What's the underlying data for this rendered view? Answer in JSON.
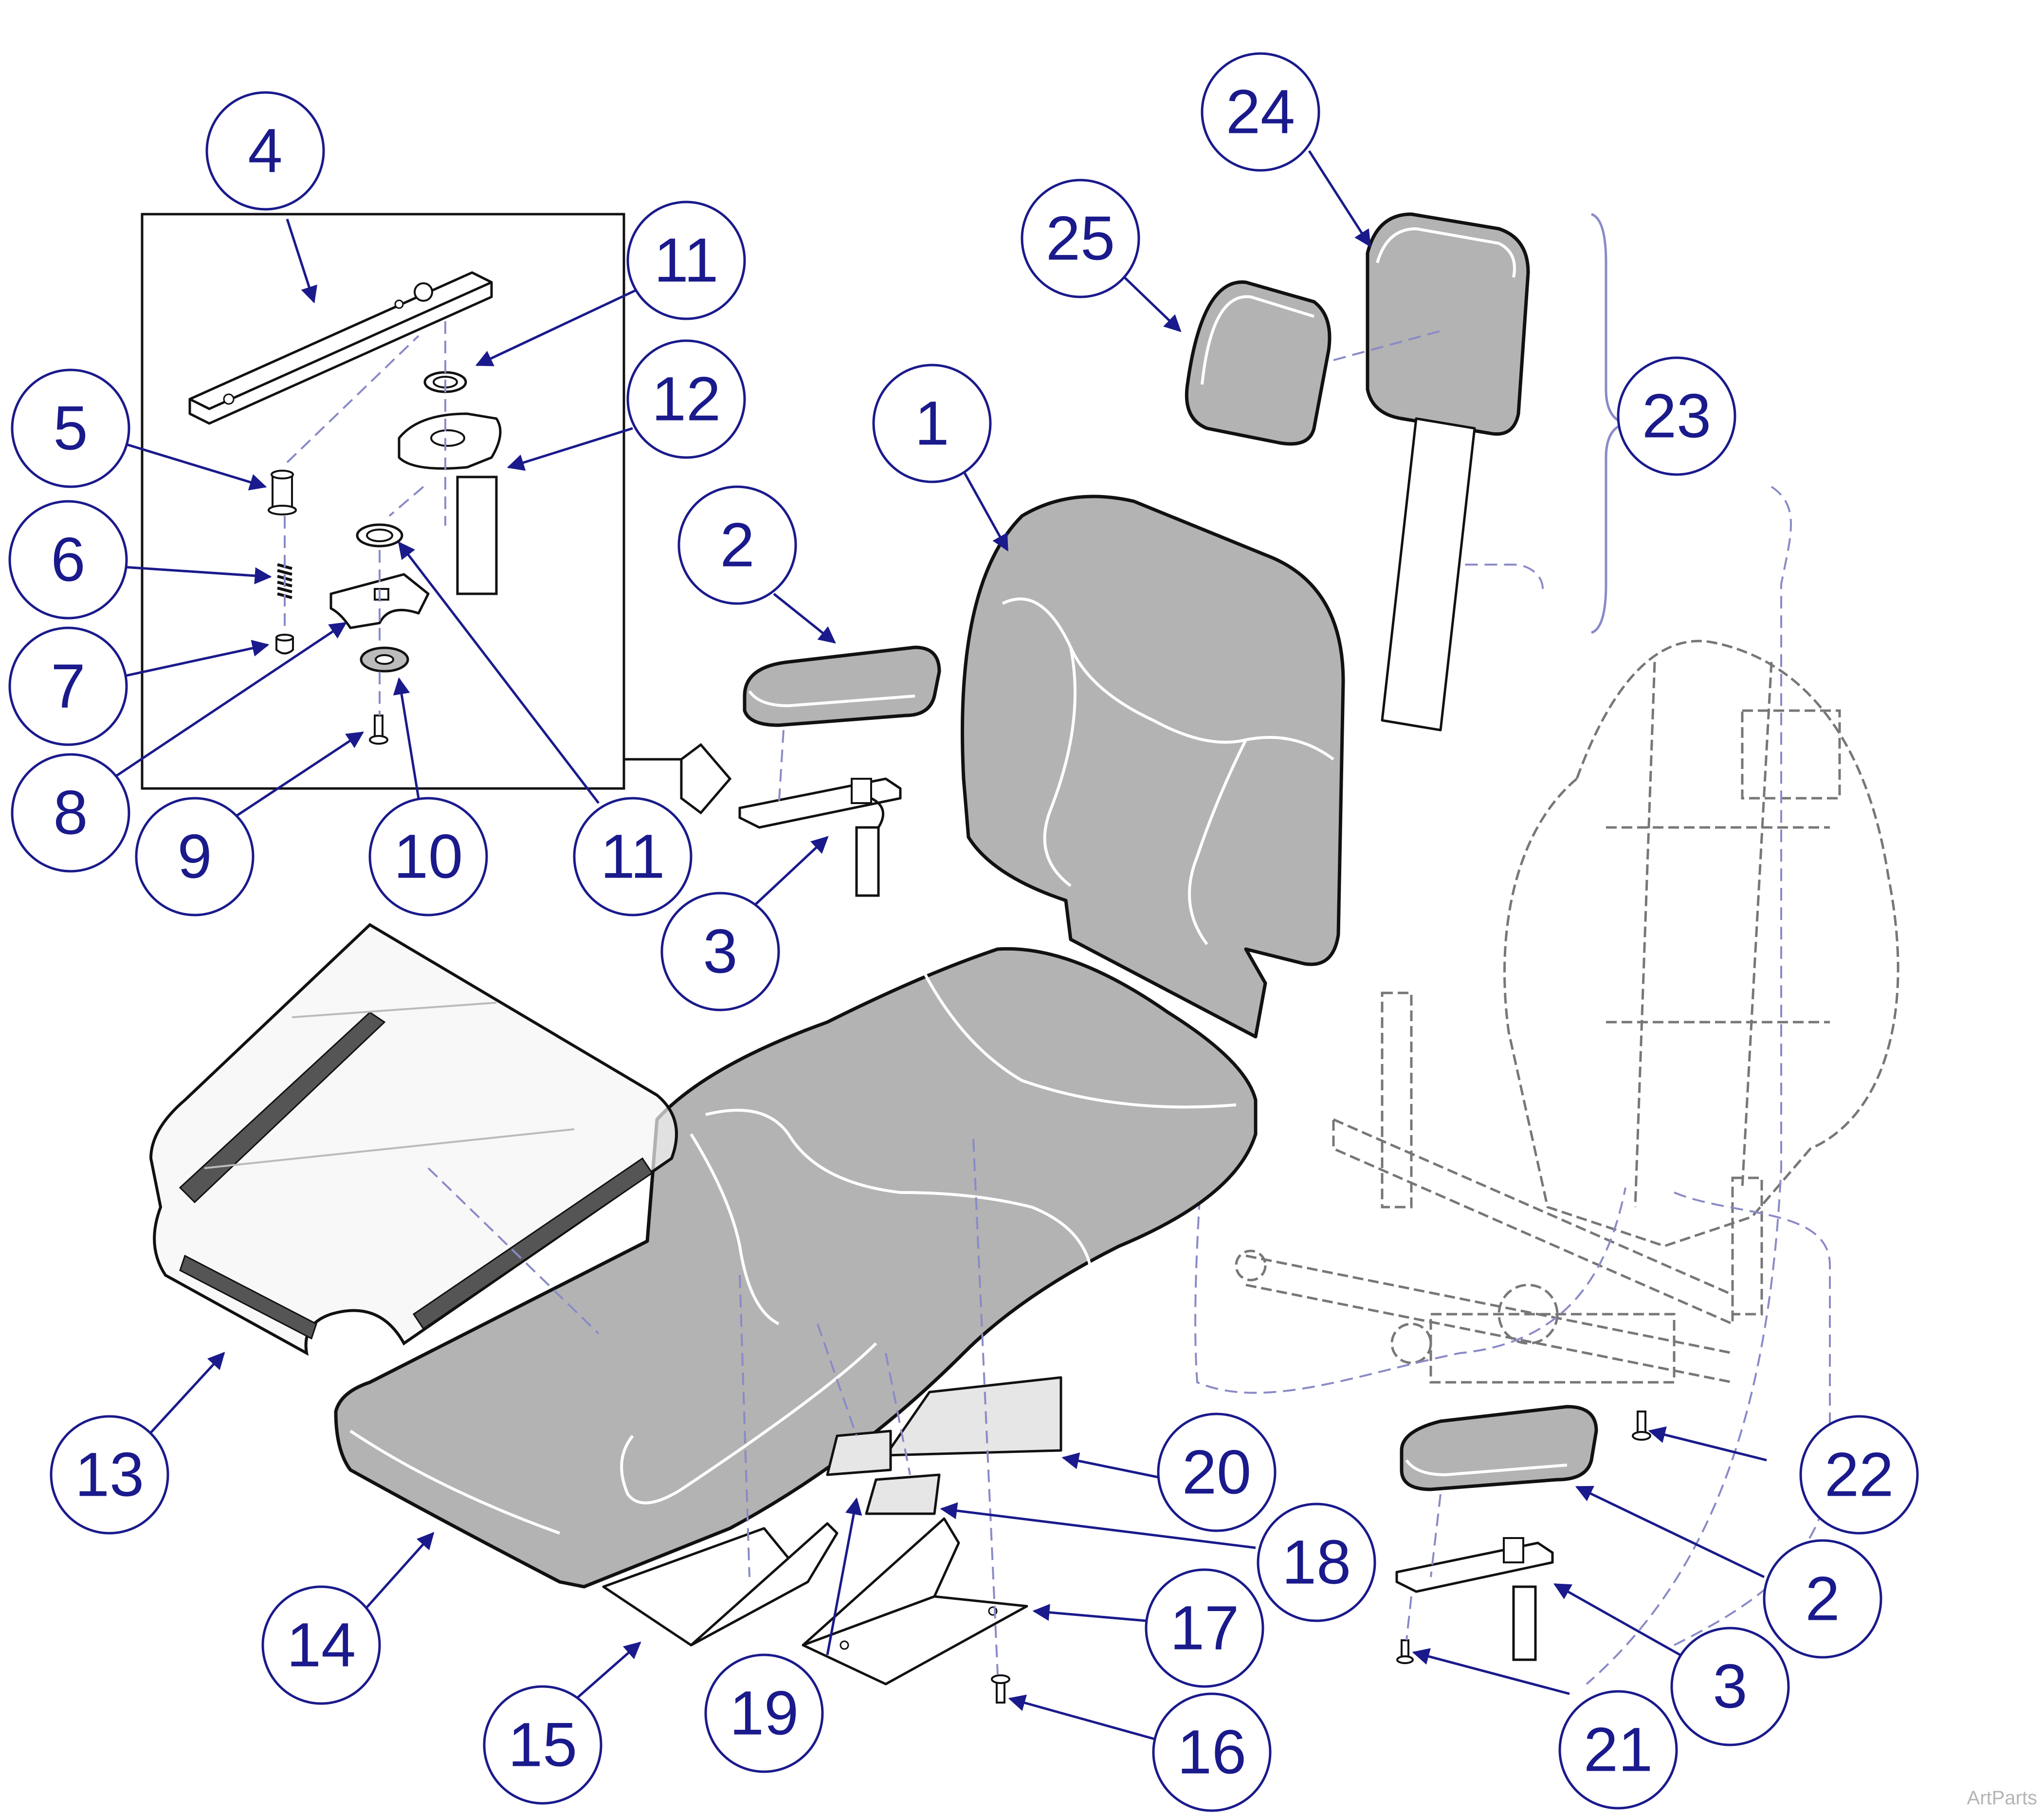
{
  "callouts": [
    {
      "id": "c1",
      "label": "1"
    },
    {
      "id": "c2a",
      "label": "2"
    },
    {
      "id": "c2b",
      "label": "2"
    },
    {
      "id": "c3a",
      "label": "3"
    },
    {
      "id": "c3b",
      "label": "3"
    },
    {
      "id": "c4",
      "label": "4"
    },
    {
      "id": "c5",
      "label": "5"
    },
    {
      "id": "c6",
      "label": "6"
    },
    {
      "id": "c7",
      "label": "7"
    },
    {
      "id": "c8",
      "label": "8"
    },
    {
      "id": "c9",
      "label": "9"
    },
    {
      "id": "c10",
      "label": "10"
    },
    {
      "id": "c11a",
      "label": "11"
    },
    {
      "id": "c11b",
      "label": "11"
    },
    {
      "id": "c12",
      "label": "12"
    },
    {
      "id": "c13",
      "label": "13"
    },
    {
      "id": "c14",
      "label": "14"
    },
    {
      "id": "c15",
      "label": "15"
    },
    {
      "id": "c16",
      "label": "16"
    },
    {
      "id": "c17",
      "label": "17"
    },
    {
      "id": "c18",
      "label": "18"
    },
    {
      "id": "c19",
      "label": "19"
    },
    {
      "id": "c20",
      "label": "20"
    },
    {
      "id": "c21",
      "label": "21"
    },
    {
      "id": "c22",
      "label": "22"
    },
    {
      "id": "c23",
      "label": "23"
    },
    {
      "id": "c24",
      "label": "24"
    },
    {
      "id": "c25",
      "label": "25"
    }
  ],
  "watermark": "ArtParts",
  "colors": {
    "callout": "#1a1a8c",
    "upholstery": "#b3b3b3",
    "outline": "#111111",
    "frame": "#777777"
  }
}
